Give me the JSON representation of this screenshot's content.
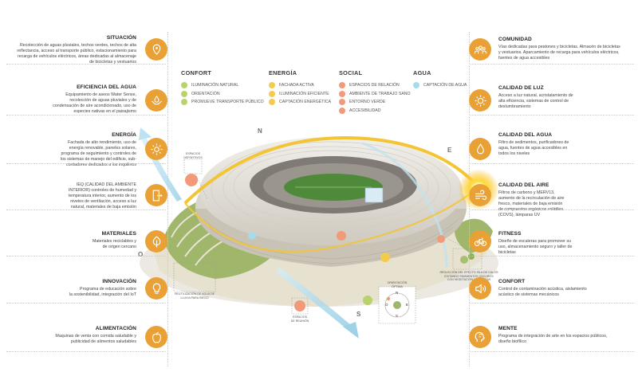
{
  "left_items": [
    {
      "title": "SITUACIÓN",
      "icon": "location-pin-icon",
      "desc": [
        "Recolección de aguas pluviales, techos verdes, techos de alta",
        "reflectancia, acceso al transporte público, estacionamiento para",
        "recarga de vehículos eléctricos, áreas dedicadas al almacenaje",
        "de bicicletas y vestuarios"
      ]
    },
    {
      "title": "EFICIENCIA DEL AGUA",
      "icon": "water-hands-icon",
      "desc": [
        "Equipamiento de aseos Water Sense,",
        "recolección de aguas pluviales y de",
        "condensación de aire acondicionado, uso de",
        "especies nativas en el paisajismo"
      ]
    },
    {
      "title": "ENERGÍA",
      "icon": "sun-energy-icon",
      "desc": [
        "Fachada de alto rendimiento, uso de",
        "energía renovable, paneles solares,",
        "programa de seguimiento y controles de",
        "los sistemas de manejo del edificio, sub-",
        "contadores dedicados a los inquilinos"
      ]
    },
    {
      "title": "",
      "icon": "door-exit-icon",
      "desc": [
        "IEQ (CALIDAD DEL AMBIENTE",
        "INTERIOR) controles de humedad y",
        "temperatura interior, aumento de los",
        "niveles de ventilación, acceso a luz",
        "natural, materiales de baja emisión"
      ]
    },
    {
      "title": "MATERIALES",
      "icon": "tree-icon",
      "desc": [
        "Materiales reciclables y",
        "de origen cercano"
      ]
    },
    {
      "title": "INNOVACIÓN",
      "icon": "lightbulb-icon",
      "desc": [
        "Programa de educación sobre",
        "la sostenibilidad, integración del IoT"
      ]
    },
    {
      "title": "ALIMENTACIÓN",
      "icon": "apple-icon",
      "desc": [
        "Maquinas de venta con comida saludable y",
        "publicidad de alimentos saludables"
      ]
    }
  ],
  "right_items": [
    {
      "title": "COMUNIDAD",
      "icon": "people-group-icon",
      "desc": [
        "Vías dedicadas para peatones y bicicletas. Almacén de bicicletas",
        "y vestuarios. Aparcamiento de recarga para vehículos eléctricos,",
        "fuentes de agua accesibles"
      ]
    },
    {
      "title": "CALIDAD DE LUZ",
      "icon": "sun-light-icon",
      "desc": [
        "Acceso a luz natural, acristalamiento de",
        "alta eficiencia, sistemas de control de",
        "deslumbramiento"
      ]
    },
    {
      "title": "CALIDAD DEL AGUA",
      "icon": "water-drop-icon",
      "desc": [
        "Filtro de sedimentos, purificadores de",
        "agua, fuentes de agua accesibles en",
        "todos los niveles"
      ]
    },
    {
      "title": "CALIDAD DEL AIRE",
      "icon": "wind-icon",
      "desc": [
        "Filtros de carbono y MERV13,",
        "aumento de la recirculación de aire",
        "fresco, materiales de baja emisión",
        "de compuestos orgánicos volátiles",
        "(COVS), lámparas UV"
      ]
    },
    {
      "title": "FITNESS",
      "icon": "bicycle-icon",
      "desc": [
        "Diseño de escaleras para promover su",
        "uso, almacenamiento seguro y taller de",
        "bicicletas"
      ]
    },
    {
      "title": "CONFORT",
      "icon": "speaker-icon",
      "desc": [
        "Control de contaminación acústica, aislamiento",
        "acústico de sistemas mecánicos"
      ]
    },
    {
      "title": "MENTE",
      "icon": "brain-head-icon",
      "desc": [
        "Programa de integración de arte en los espacios públicos,",
        "diseño biofílico"
      ]
    }
  ],
  "legend": [
    {
      "title": "CONFORT",
      "items": [
        {
          "label": "ILUMINACIÓN NATURAL",
          "color": "#b9d36a"
        },
        {
          "label": "ORIENTACIÓN",
          "color": "#b9d36a"
        },
        {
          "label": "PROMUEVE TRANSPORTE PÚBLICO",
          "color": "#b9d36a"
        }
      ]
    },
    {
      "title": "ENERGÍA",
      "items": [
        {
          "label": "FACHADA ACTIVA",
          "color": "#f3cb4d"
        },
        {
          "label": "ILUMINACIÓN EFICIENTE",
          "color": "#f3cb4d"
        },
        {
          "label": "CAPTACIÓN ENERGÉTICA",
          "color": "#f3cb4d"
        }
      ]
    },
    {
      "title": "SOCIAL",
      "items": [
        {
          "label": "ESPACIOS DE RELACIÓN",
          "color": "#f29a78"
        },
        {
          "label": "AMBIENTE DE TRABAJO SANO",
          "color": "#f29a78"
        },
        {
          "label": "ENTORNO VERDE",
          "color": "#f29a78"
        },
        {
          "label": "ACCESIBILIDAD",
          "color": "#f29a78"
        }
      ]
    },
    {
      "title": "AGUA",
      "items": [
        {
          "label": "CAPTACIÓN DE AGUA",
          "color": "#a6dbe9"
        }
      ]
    }
  ],
  "cardinals": {
    "n": "N",
    "e": "E",
    "o": "O",
    "s": "S"
  },
  "compass": {
    "n": "N",
    "e": "E",
    "o": "O",
    "s": "S"
  },
  "captions": {
    "deportivos": [
      "ESPACIOS",
      "DEPORTIVOS"
    ],
    "reutilizacion": [
      "REUTILIZACIÓN DE AGUA DE",
      "LLUVIA PARA RIEGO"
    ],
    "reunion": [
      "ESPACIOS",
      "DE REUNIÓN"
    ],
    "orientacion": [
      "ORIENTACIÓN",
      "ÓPTIMA"
    ],
    "isla": [
      "REDUCCIÓN DEL EFECTO ISLA DE CALOR",
      "EVITANDO PAVIMENTOS OSCUROS",
      "CON VEGETACIÓN Y SOMBRAS"
    ]
  },
  "colors": {
    "accent": "#e9a135",
    "sun": "#f7c524",
    "arrow": "#a9d6ea"
  }
}
